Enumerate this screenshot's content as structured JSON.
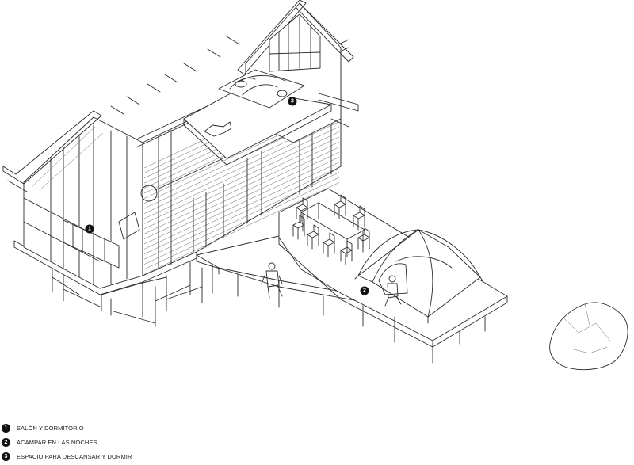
{
  "markers": [
    {
      "number": "1",
      "label": "SALÓN Y DORMITORIO"
    },
    {
      "number": "2",
      "label": "ACAMPAR EN LAS NOCHES"
    },
    {
      "number": "3",
      "label": "ESPACIO PARA DESCANSAR Y DORMIR"
    }
  ],
  "colors": {
    "line": "#2a2a2a",
    "marker": "#111111",
    "background": "#ffffff"
  }
}
